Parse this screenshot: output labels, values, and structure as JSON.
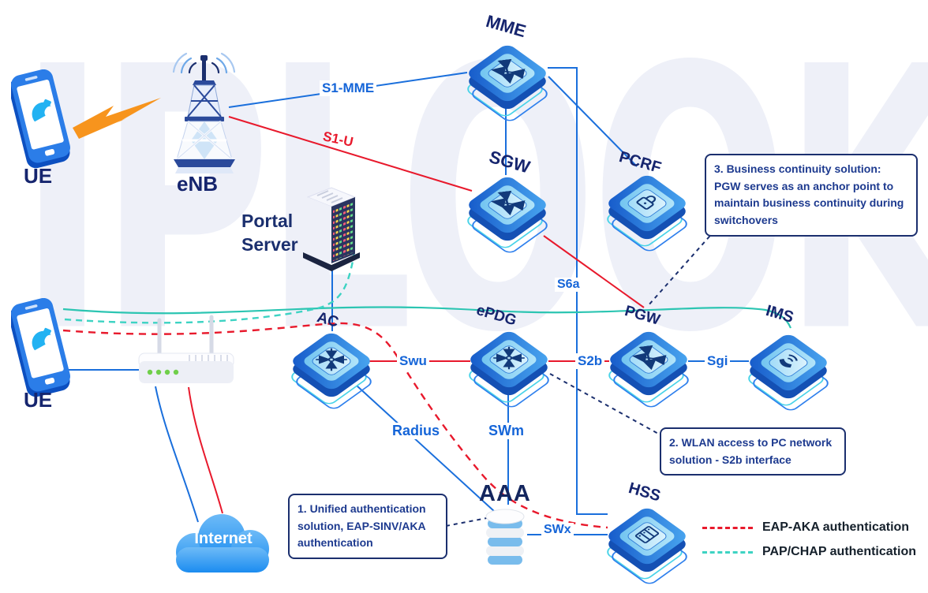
{
  "watermark": "IPLOOK",
  "nodes": {
    "ue_top": {
      "label": "UE"
    },
    "enb": {
      "label": "eNB"
    },
    "mme": {
      "label": "MME"
    },
    "sgw": {
      "label": "SGW"
    },
    "pcrf": {
      "label": "PCRF"
    },
    "portal": {
      "label": "Portal Server"
    },
    "ac": {
      "label": "AC"
    },
    "epdg": {
      "label": "ePDG"
    },
    "pgw": {
      "label": "PGW"
    },
    "ims": {
      "label": "IMS"
    },
    "ue_bottom": {
      "label": "UE"
    },
    "internet": {
      "label": "Internet"
    },
    "aaa": {
      "label": "AAA"
    },
    "hss": {
      "label": "HSS"
    }
  },
  "interfaces": {
    "s1mme": {
      "label": "S1-MME"
    },
    "s1u": {
      "label": "S1-U"
    },
    "s6a": {
      "label": "S6a"
    },
    "swu": {
      "label": "Swu"
    },
    "s2b": {
      "label": "S2b"
    },
    "sgi": {
      "label": "Sgi"
    },
    "radius": {
      "label": "Radius"
    },
    "swm": {
      "label": "SWm"
    },
    "swx": {
      "label": "SWx"
    }
  },
  "callouts": {
    "unified_auth": {
      "text": "1. Unified authentication solution, EAP-SINV/AKA authentication"
    },
    "wlan_access": {
      "text": "2. WLAN access to PC network solution - S2b interface"
    },
    "business_continuity": {
      "text": "3. Business continuity solution: PGW serves as an anchor point to maintain business continuity during switchovers"
    }
  },
  "legend": {
    "items": [
      {
        "label": "EAP-AKA authentication",
        "color": "#e8192c",
        "style": "dashed"
      },
      {
        "label": "PAP/CHAP authentication",
        "color": "#3dd3c3",
        "style": "dashed"
      }
    ]
  },
  "colors": {
    "blue_link": "#1a6fdc",
    "red_link": "#e8192c",
    "teal_link": "#2cc5b2",
    "teal_dashed": "#3dd3c3",
    "navy": "#1b2f6e",
    "node_label": "#16256e",
    "interface_label": "#1565d8",
    "watermark": "#eef0f8",
    "cloud_blue": "#1b8cf0",
    "bolt_orange": "#f7941d"
  }
}
